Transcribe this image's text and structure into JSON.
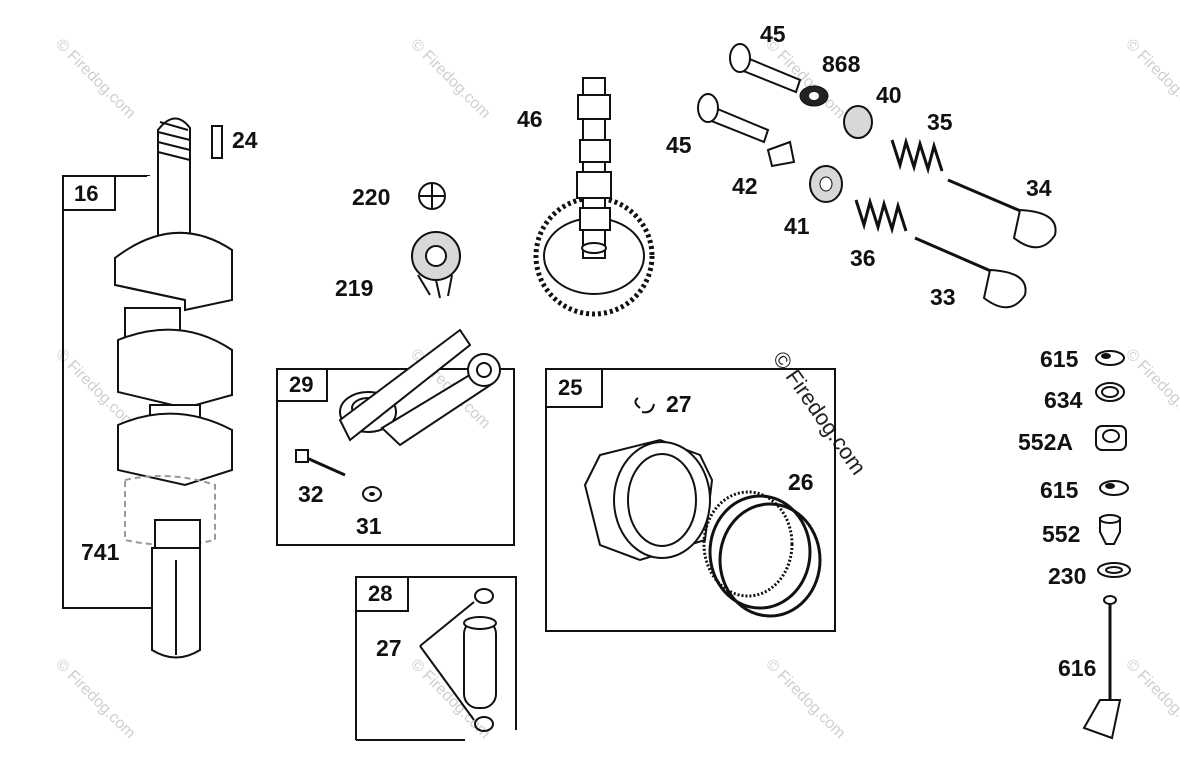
{
  "watermark": {
    "text": "© Firedog.com"
  },
  "boxes": {
    "b16": "16",
    "b29": "29",
    "b25": "25",
    "b28": "28"
  },
  "labels": {
    "l24": "24",
    "l220": "220",
    "l219": "219",
    "l46": "46",
    "l45a": "45",
    "l45b": "45",
    "l868": "868",
    "l40": "40",
    "l35": "35",
    "l42": "42",
    "l41": "41",
    "l36": "36",
    "l34": "34",
    "l33": "33",
    "l32": "32",
    "l31": "31",
    "l27a": "27",
    "l26": "26",
    "l27b": "27",
    "l741": "741",
    "l615a": "615",
    "l634": "634",
    "l552A": "552A",
    "l615b": "615",
    "l552": "552",
    "l230": "230",
    "l616": "616"
  }
}
